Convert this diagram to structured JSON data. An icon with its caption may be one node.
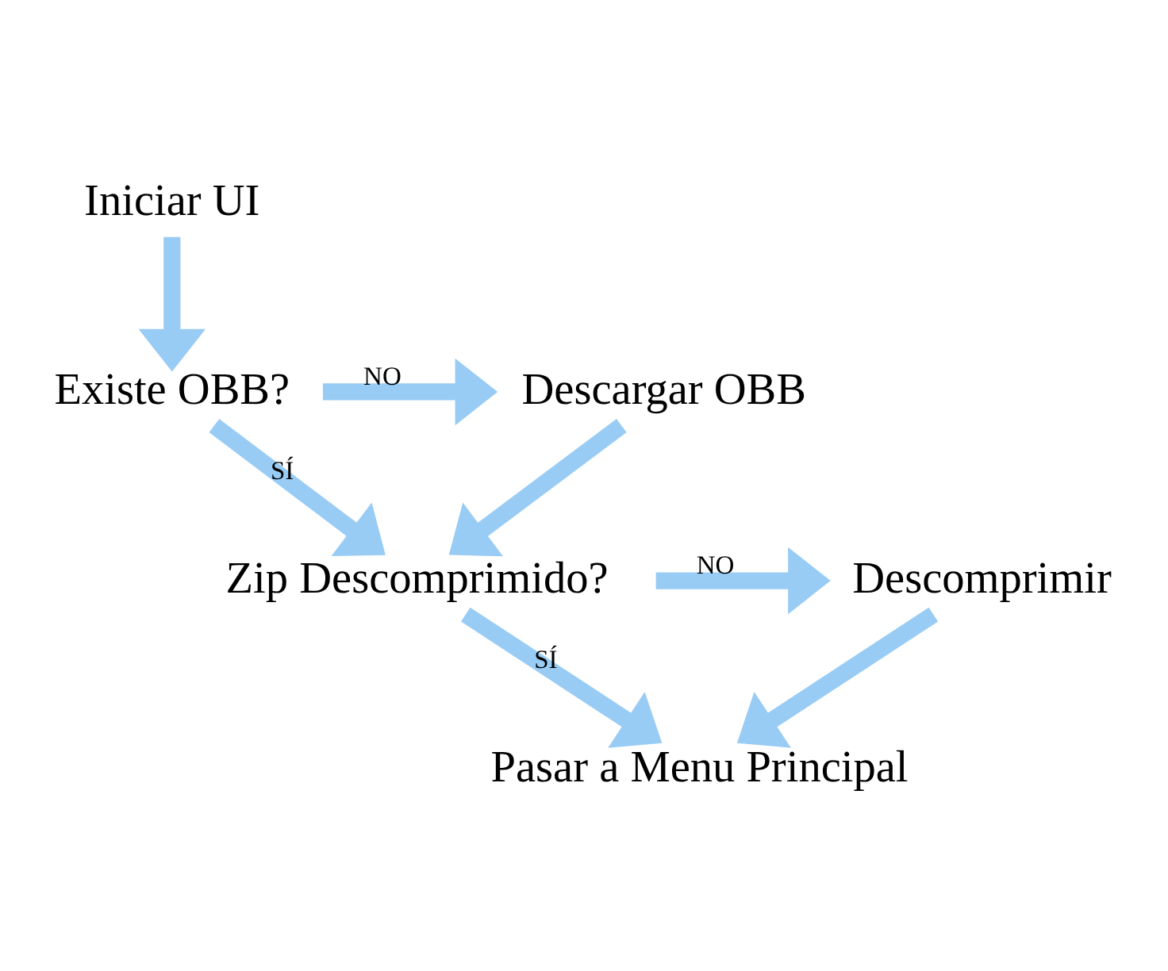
{
  "diagram": {
    "nodes": [
      {
        "text": [
          "Iniciar UI"
        ]
      },
      {
        "text": [
          "Existe OBB?"
        ]
      },
      {
        "text": [
          "Descargar OBB"
        ]
      },
      {
        "text": [
          "Zip Descomprimido?"
        ]
      },
      {
        "text": [
          "Descomprimir"
        ]
      },
      {
        "text": [
          "Pasar a Menu Principal"
        ]
      }
    ],
    "edges": [
      {
        "from": 0,
        "to": 1,
        "arrow": "to"
      },
      {
        "from": 1,
        "to": 2,
        "arrow": "to",
        "label": "NO"
      },
      {
        "from": 1,
        "to": 3,
        "arrow": "to",
        "label": "SÍ"
      },
      {
        "from": 2,
        "to": 3,
        "arrow": "to"
      },
      {
        "from": 3,
        "to": 4,
        "arrow": "to",
        "label": "NO"
      },
      {
        "from": 3,
        "to": 5,
        "arrow": "to",
        "label": "SÍ"
      },
      {
        "from": 4,
        "to": 5,
        "arrow": "to"
      }
    ]
  }
}
